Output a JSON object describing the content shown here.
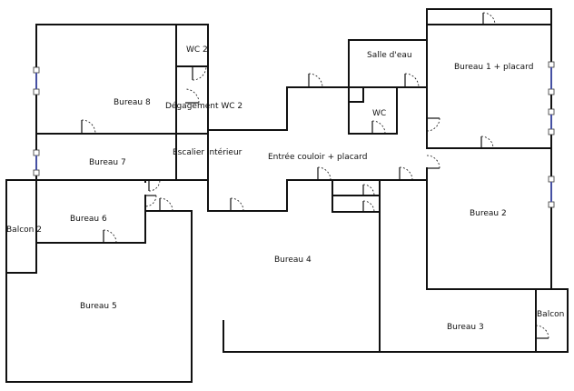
{
  "rooms": [
    {
      "id": "bureau-8",
      "label": "Bureau 8"
    },
    {
      "id": "wc-2",
      "label": "WC 2"
    },
    {
      "id": "degagement-wc-2",
      "label": "Dégagement WC 2"
    },
    {
      "id": "escalier-interieur",
      "label": "Escalier intérieur"
    },
    {
      "id": "bureau-7",
      "label": "Bureau 7"
    },
    {
      "id": "bureau-6",
      "label": "Bureau 6"
    },
    {
      "id": "balcon-2",
      "label": "Balcon 2"
    },
    {
      "id": "bureau-5",
      "label": "Bureau 5"
    },
    {
      "id": "entree-couloir",
      "label": "Entrée couloir + placard"
    },
    {
      "id": "salle-deau",
      "label": "Salle d'eau"
    },
    {
      "id": "wc",
      "label": "WC"
    },
    {
      "id": "bureau-1",
      "label": "Bureau 1 + placard"
    },
    {
      "id": "bureau-2",
      "label": "Bureau 2"
    },
    {
      "id": "bureau-4",
      "label": "Bureau 4"
    },
    {
      "id": "bureau-3",
      "label": "Bureau 3"
    },
    {
      "id": "balcon",
      "label": "Balcon"
    }
  ],
  "colors": {
    "wall": "#111111",
    "window": "#5560c8",
    "background": "#ffffff"
  }
}
